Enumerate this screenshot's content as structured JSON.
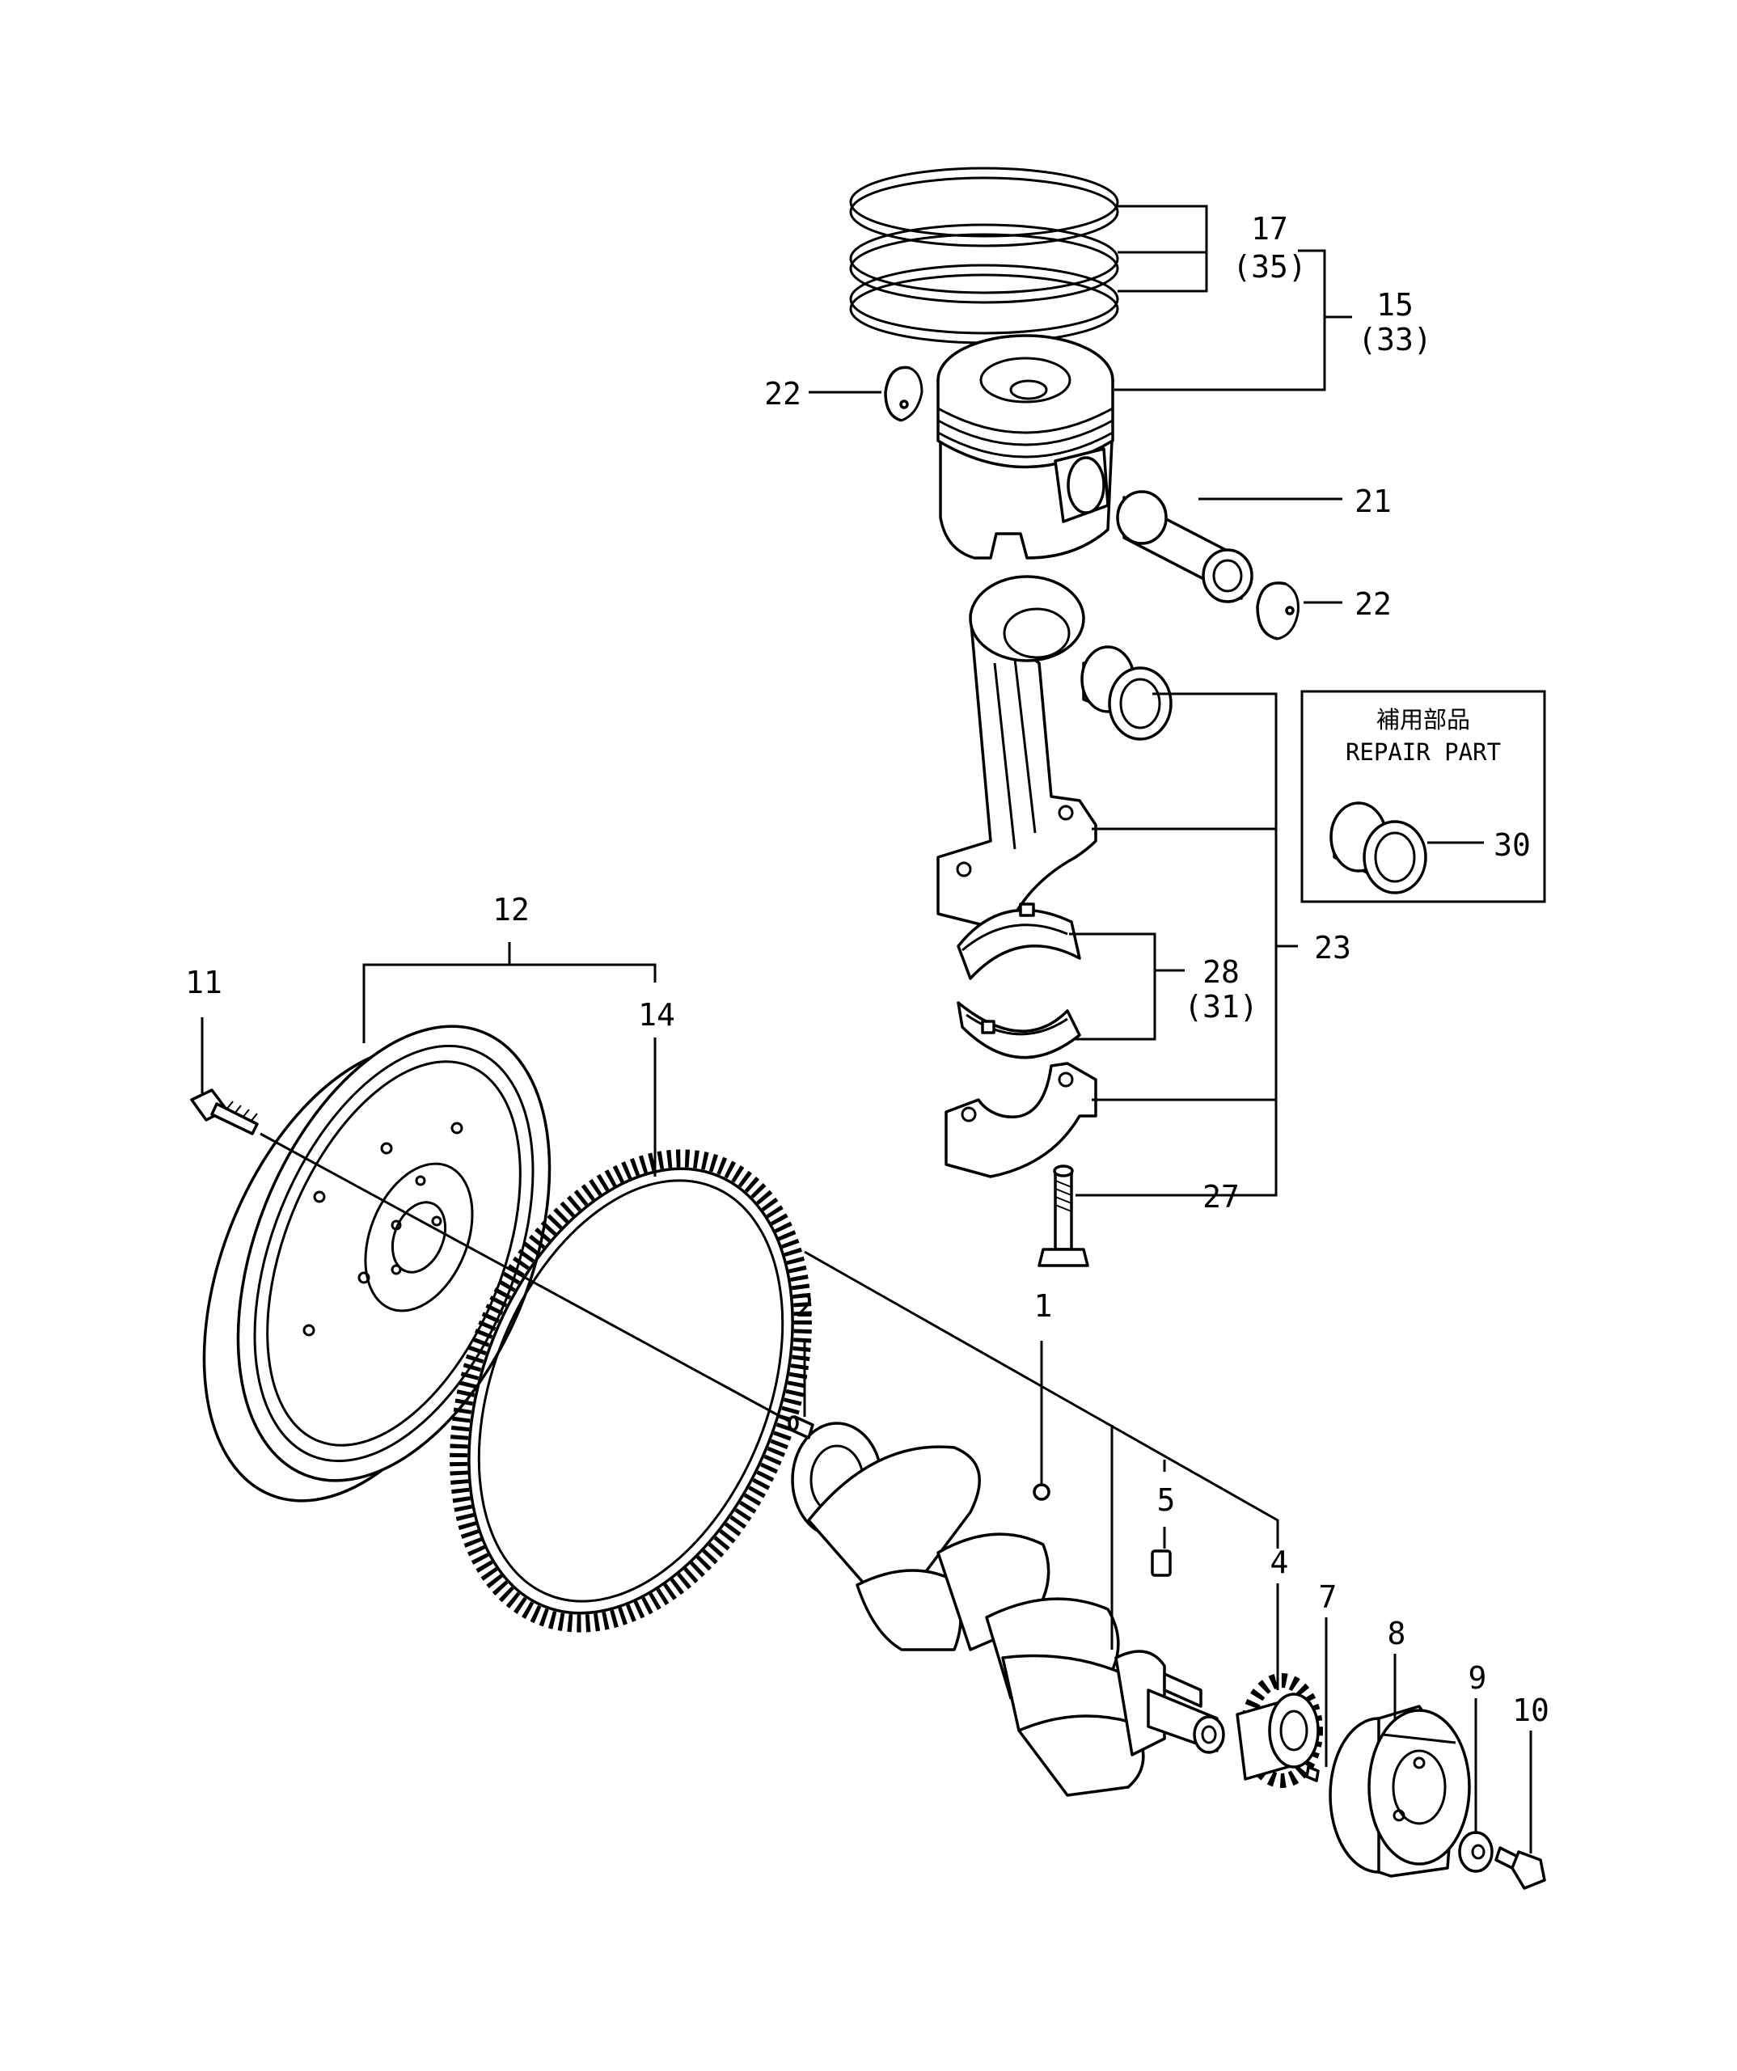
{
  "callouts": {
    "c1": "1",
    "c2": "2",
    "c4": "4",
    "c5": "5",
    "c7": "7",
    "c8": "8",
    "c9": "9",
    "c10": "10",
    "c11": "11",
    "c12": "12",
    "c14": "14",
    "c15": "15",
    "c15sub": "(33)",
    "c17": "17",
    "c17sub": "(35)",
    "c21": "21",
    "c22a": "22",
    "c22b": "22",
    "c23": "23",
    "c27": "27",
    "c28": "28",
    "c28sub": "(31)",
    "c30": "30"
  },
  "repair_box": {
    "title_jp": "補用部品",
    "title_en": "REPAIR PART"
  }
}
